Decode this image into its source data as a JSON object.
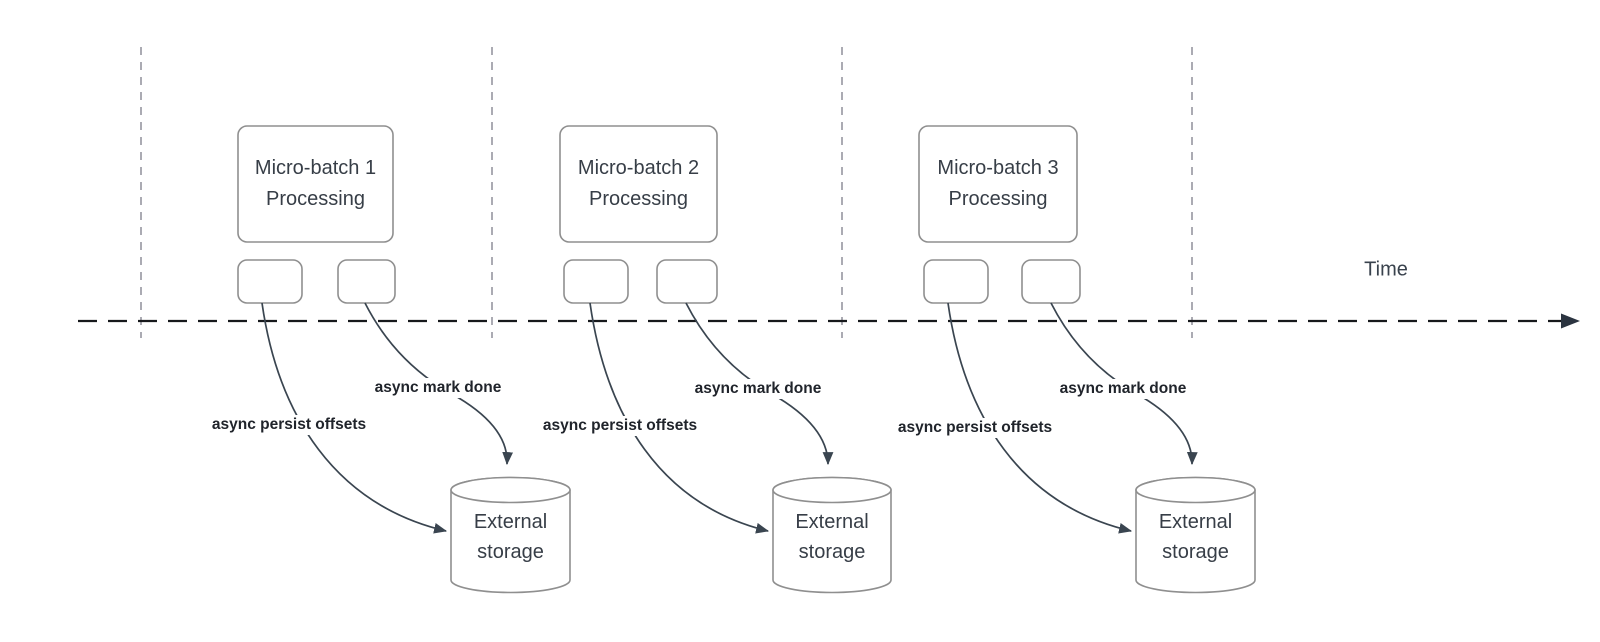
{
  "axis": {
    "label": "Time"
  },
  "batches": [
    {
      "title": "Micro-batch 1 Processing",
      "persist_label": "async persist offsets",
      "mark_done_label": "async mark done",
      "storage_label": "External storage"
    },
    {
      "title": "Micro-batch 2 Processing",
      "persist_label": "async persist offsets",
      "mark_done_label": "async mark done",
      "storage_label": "External storage"
    },
    {
      "title": "Micro-batch 3 Processing",
      "persist_label": "async persist offsets",
      "mark_done_label": "async mark done",
      "storage_label": "External storage"
    }
  ],
  "colors": {
    "background": "#ffffff",
    "shape_border": "#8f8f8f",
    "shape_fill": "#ffffff",
    "shape_text": "#373e47",
    "arrow": "#3a4550",
    "annotation_text": "#20242b",
    "timeline": "#17191c",
    "guide_line": "#ababb3"
  }
}
